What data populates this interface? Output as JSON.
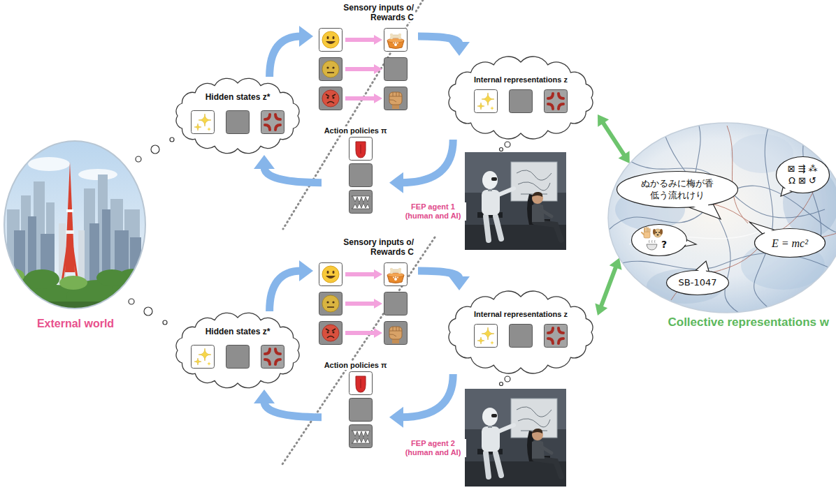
{
  "diagram": {
    "nodes": [
      {
        "text": [
          "External world"
        ]
      },
      {
        "text": [
          "Hidden states z*"
        ]
      },
      {
        "text": [
          "Sensory inputs o/ Rewards C"
        ]
      },
      {
        "text": [
          "Internal representations z"
        ]
      },
      {
        "text": [
          "Action policies π"
        ]
      },
      {
        "text": [
          "FEP agent 1 (human and AI)"
        ]
      },
      {
        "text": [
          "Hidden states z*"
        ]
      },
      {
        "text": [
          "Sensory inputs o/ Rewards C"
        ]
      },
      {
        "text": [
          "Internal representations z"
        ]
      },
      {
        "text": [
          "Action policies π"
        ]
      },
      {
        "text": [
          "FEP agent 2 (human and AI)"
        ]
      },
      {
        "text": [
          "Collective representations w"
        ]
      },
      {
        "text": [
          "ぬかるみに梅が香 低う流れけり"
        ],
        "in": 11
      },
      {
        "text": [
          "⊠ ⇶ ⁂ Ω ⊠ ↺"
        ],
        "in": 11
      },
      {
        "text": [
          "?"
        ],
        "in": 11
      },
      {
        "text": [
          "E = mc²"
        ],
        "in": 11
      },
      {
        "text": [
          "SB-1047"
        ],
        "in": 11
      }
    ],
    "edges": [
      {
        "from": 1,
        "to": 2,
        "arrow": "to"
      },
      {
        "from": 2,
        "to": 3,
        "arrow": "to"
      },
      {
        "from": 3,
        "to": 4,
        "arrow": "to"
      },
      {
        "from": 4,
        "to": 1,
        "arrow": "to"
      },
      {
        "from": 3,
        "to": 11,
        "arrow": "both"
      },
      {
        "from": 6,
        "to": 7,
        "arrow": "to"
      },
      {
        "from": 7,
        "to": 8,
        "arrow": "to"
      },
      {
        "from": 8,
        "to": 9,
        "arrow": "to"
      },
      {
        "from": 9,
        "to": 6,
        "arrow": "to"
      },
      {
        "from": 8,
        "to": 11,
        "arrow": "both"
      }
    ]
  }
}
